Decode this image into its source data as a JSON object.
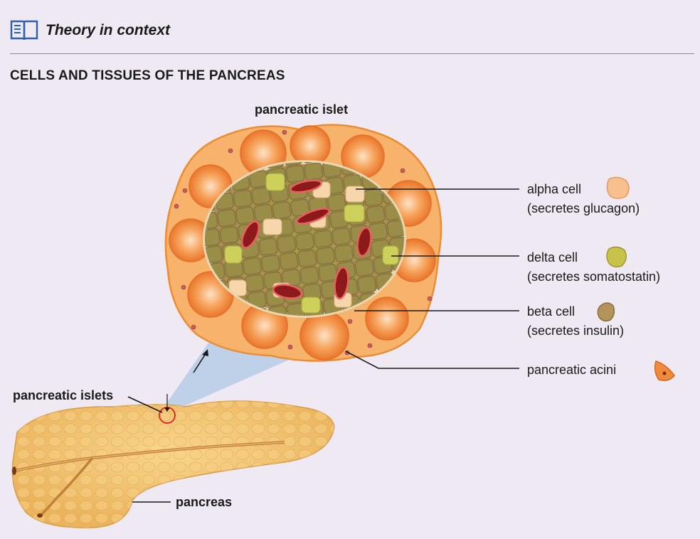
{
  "header": {
    "title": "Theory in context",
    "icon": "book-icon"
  },
  "section_title": "CELLS AND TISSUES OF THE PANCREAS",
  "labels": {
    "islet": "pancreatic islet",
    "alpha_name": "alpha cell",
    "alpha_desc": "(secretes glucagon)",
    "delta_name": "delta cell",
    "delta_desc": "(secretes somatostatin)",
    "beta_name": "beta cell",
    "beta_desc": "(secretes insulin)",
    "acini": "pancreatic acini",
    "islets": "pancreatic islets",
    "pancreas": "pancreas"
  },
  "colors": {
    "background": "#efe9f3",
    "alpha": "#f7c08e",
    "delta": "#c9c24a",
    "beta": "#b4935a",
    "acini": "#f08a3c",
    "pancreas": "#f0c070",
    "zoom": "#b9cde8"
  }
}
